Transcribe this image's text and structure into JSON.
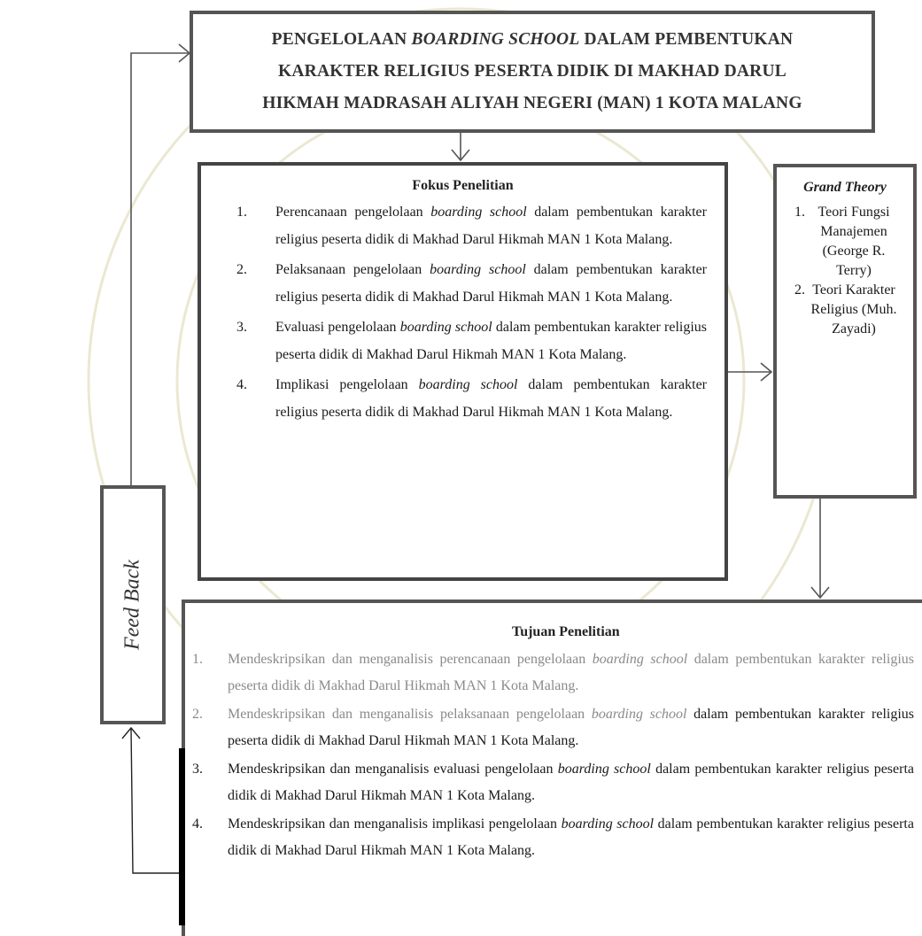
{
  "title": {
    "line1_pre": "PENGELOLAAN ",
    "line1_italic": "BOARDING SCHOOL",
    "line1_post": " DALAM PEMBENTUKAN",
    "line2": "KARAKTER RELIGIUS PESERTA DIDIK DI MAKHAD DARUL",
    "line3": "HIKMAH MADRASAH ALIYAH NEGERI (MAN) 1 KOTA MALANG"
  },
  "fokus": {
    "heading": "Fokus Penelitian",
    "items": [
      {
        "num": "1.",
        "pre": "Perencanaan pengelolaan ",
        "italic": "boarding school",
        "post": " dalam pembentukan karakter religius peserta didik di Makhad Darul Hikmah MAN 1 Kota Malang."
      },
      {
        "num": "2.",
        "pre": "Pelaksanaan pengelolaan ",
        "italic": "boarding school",
        "post": " dalam pembentukan karakter religius peserta didik di Makhad Darul Hikmah MAN 1 Kota Malang."
      },
      {
        "num": "3.",
        "pre": "Evaluasi pengelolaan ",
        "italic": "boarding school",
        "post": " dalam pembentukan karakter religius peserta didik di Makhad Darul Hikmah MAN 1 Kota Malang."
      },
      {
        "num": "4.",
        "pre": "Implikasi pengelolaan ",
        "italic": "boarding school",
        "post": " dalam pembentukan karakter religius peserta didik di Makhad Darul Hikmah MAN 1 Kota Malang."
      }
    ]
  },
  "grand_theory": {
    "heading": "Grand Theory",
    "items": [
      {
        "num": "1.",
        "text": "Teori Fungsi Manajemen (George R. Terry)"
      },
      {
        "num": "2.",
        "text": "Teori Karakter Religius (Muh. Zayadi)"
      }
    ]
  },
  "feedback": {
    "label": "Feed Back"
  },
  "tujuan": {
    "heading": "Tujuan Penelitian",
    "items": [
      {
        "num": "1.",
        "pre": "Mendeskripsikan dan menganalisis perencanaan pengelolaan ",
        "italic": "boarding school",
        "post": " dalam pembentukan karakter religius peserta didik di Makhad Darul Hikmah MAN 1 Kota Malang."
      },
      {
        "num": "2.",
        "pre": "Mendeskripsikan dan menganalisis pelaksanaan pengelolaan ",
        "italic": "boarding school",
        "post": " dalam pembentukan karakter religius peserta didik di Makhad Darul Hikmah MAN 1 Kota Malang."
      },
      {
        "num": "3.",
        "pre": "Mendeskripsikan dan menganalisis evaluasi pengelolaan ",
        "italic": "boarding school",
        "post": " dalam pembentukan karakter religius peserta didik di Makhad Darul Hikmah MAN 1 Kota Malang."
      },
      {
        "num": "4.",
        "pre": "Mendeskripsikan dan menganalisis implikasi pengelolaan ",
        "italic": "boarding school",
        "post": " dalam pembentukan karakter religius peserta didik di Makhad Darul Hikmah MAN 1 Kota Malang."
      }
    ]
  },
  "colors": {
    "border": "#555555",
    "watermark": "#e7e3c8",
    "muted_text": "#8a8a8a"
  }
}
